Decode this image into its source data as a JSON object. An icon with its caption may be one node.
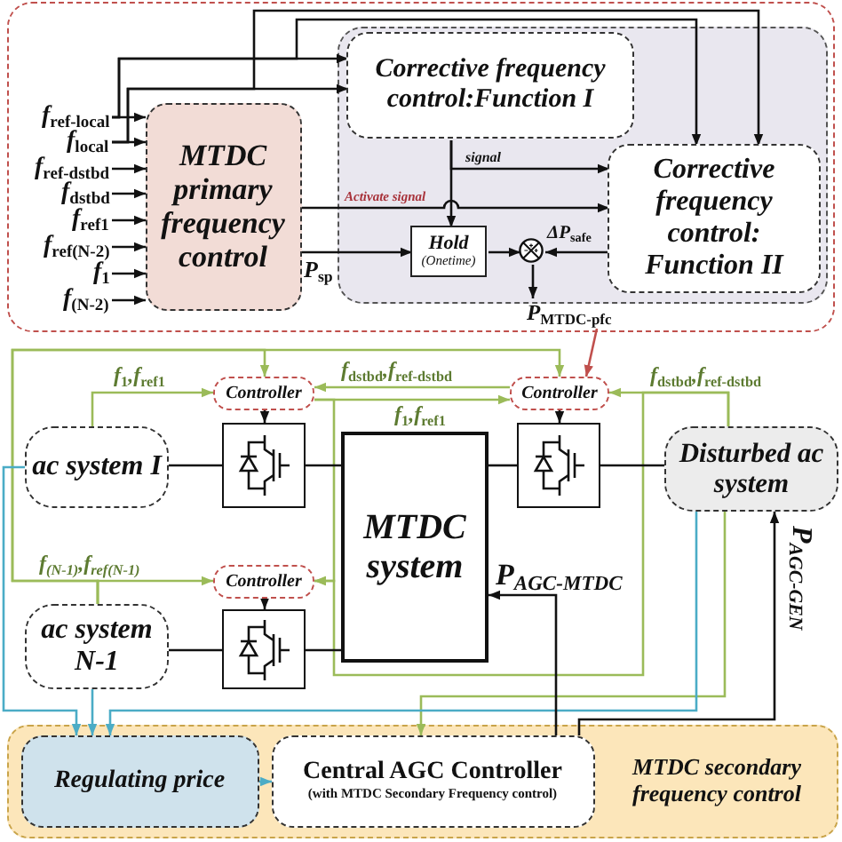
{
  "diagram": {
    "nodes": [
      {
        "text": [],
        "shape": "box"
      },
      {
        "text": [
          "f$_{ref-local}$"
        ],
        "in": 0
      },
      {
        "text": [
          "f$_{local}$"
        ],
        "in": 0
      },
      {
        "text": [
          "f$_{ref-dstbd}$"
        ],
        "in": 0
      },
      {
        "text": [
          "f$_{dstbd}$"
        ],
        "in": 0
      },
      {
        "text": [
          "f$_{ref1}$"
        ],
        "in": 0
      },
      {
        "text": [
          "f$_{ref(N-2)}$"
        ],
        "in": 0
      },
      {
        "text": [
          "f$_{1}$"
        ],
        "in": 0
      },
      {
        "text": [
          "f$_{(N-2)}$"
        ],
        "in": 0
      },
      {
        "text": [
          "MTDC primary frequency control"
        ],
        "in": 0
      },
      {
        "text": [],
        "shape": "box",
        "in": 0
      },
      {
        "text": [
          "Corrective frequency control:Function I"
        ],
        "in": 10
      },
      {
        "text": [
          "Corrective frequency control: Function II"
        ],
        "in": 10
      },
      {
        "text": [
          "Hold",
          "(Onetime)"
        ],
        "in": 10
      },
      {
        "text": [],
        "shape": "circle",
        "in": 10
      },
      {
        "text": [
          "P$_{MTDC-pfc}$"
        ],
        "in": 0
      },
      {
        "text": [
          "Controller"
        ]
      },
      {
        "text": [
          "Controller"
        ]
      },
      {
        "text": [
          "ac system I"
        ]
      },
      {
        "text": [],
        "shape": "box"
      },
      {
        "text": [
          "MTDC system"
        ]
      },
      {
        "text": [],
        "shape": "box"
      },
      {
        "text": [
          "Disturbed ac system"
        ]
      },
      {
        "text": [
          "Controller"
        ]
      },
      {
        "text": [
          "ac system N-1"
        ]
      },
      {
        "text": [],
        "shape": "box"
      },
      {
        "text": [
          "MTDC secondary frequency control"
        ]
      },
      {
        "text": [
          "Regulating price"
        ],
        "in": 26
      },
      {
        "text": [
          "Central AGC Controller",
          "(with MTDC Secondary Frequency control)"
        ],
        "in": 26
      }
    ],
    "edges": [
      {
        "from": 1,
        "to": 9,
        "arrow": "to"
      },
      {
        "from": 2,
        "to": 9,
        "arrow": "to"
      },
      {
        "from": 3,
        "to": 9,
        "arrow": "to"
      },
      {
        "from": 4,
        "to": 9,
        "arrow": "to"
      },
      {
        "from": 5,
        "to": 9,
        "arrow": "to"
      },
      {
        "from": 6,
        "to": 9,
        "arrow": "to"
      },
      {
        "from": 7,
        "to": 9,
        "arrow": "to"
      },
      {
        "from": 8,
        "to": 9,
        "arrow": "to"
      },
      {
        "from": 1,
        "to": 11,
        "arrow": "to"
      },
      {
        "from": 2,
        "to": 11,
        "arrow": "to"
      },
      {
        "from": 1,
        "to": 12,
        "arrow": "to"
      },
      {
        "from": 2,
        "to": 12,
        "arrow": "to"
      },
      {
        "from": 11,
        "to": 12,
        "arrow": "to",
        "label": "signal"
      },
      {
        "from": 11,
        "to": 13,
        "arrow": "to"
      },
      {
        "from": 9,
        "to": 12,
        "arrow": "to",
        "label": "Activate signal"
      },
      {
        "from": 9,
        "to": 13,
        "arrow": "to",
        "label": "P$_{sp}$"
      },
      {
        "from": 13,
        "to": 14,
        "arrow": "to"
      },
      {
        "from": 12,
        "to": 14,
        "arrow": "to",
        "label": "ΔP$_{safe}$"
      },
      {
        "from": 14,
        "to": 15,
        "arrow": "to"
      },
      {
        "from": 15,
        "to": 17,
        "arrow": "to",
        "color": "#c0504d"
      },
      {
        "from": 18,
        "to": 16,
        "arrow": "to",
        "label": "f$_{1}$,f$_{ref1}$",
        "color": "#9bbb59"
      },
      {
        "from": 17,
        "to": 16,
        "arrow": "to",
        "label": "f$_{dstbd}$,f$_{ref-dstbd}$",
        "color": "#9bbb59"
      },
      {
        "from": 16,
        "to": 17,
        "arrow": "to",
        "label": "f$_{1}$,f$_{ref1}$",
        "color": "#9bbb59"
      },
      {
        "from": 22,
        "to": 17,
        "arrow": "to",
        "label": "f$_{dstbd}$,f$_{ref-dstbd}$",
        "color": "#9bbb59"
      },
      {
        "from": 24,
        "to": 23,
        "arrow": "to",
        "label": "f$_{(N-1)}$,f$_{ref(N-1)}$",
        "color": "#9bbb59"
      },
      {
        "from": 24,
        "to": 16,
        "arrow": "to",
        "color": "#9bbb59"
      },
      {
        "from": 24,
        "to": 17,
        "arrow": "to",
        "color": "#9bbb59"
      },
      {
        "from": 16,
        "to": 23,
        "arrow": "to",
        "color": "#9bbb59"
      },
      {
        "from": 22,
        "to": 23,
        "arrow": "to",
        "color": "#9bbb59"
      },
      {
        "from": 22,
        "to": 28,
        "arrow": "to",
        "color": "#9bbb59"
      },
      {
        "from": 16,
        "to": 19,
        "arrow": "to"
      },
      {
        "from": 17,
        "to": 21,
        "arrow": "to"
      },
      {
        "from": 23,
        "to": 25,
        "arrow": "to"
      },
      {
        "from": 18,
        "to": 19,
        "arrow": "none"
      },
      {
        "from": 19,
        "to": 20,
        "arrow": "none"
      },
      {
        "from": 20,
        "to": 21,
        "arrow": "none"
      },
      {
        "from": 21,
        "to": 22,
        "arrow": "none"
      },
      {
        "from": 24,
        "to": 25,
        "arrow": "none"
      },
      {
        "from": 25,
        "to": 20,
        "arrow": "none"
      },
      {
        "from": 18,
        "to": 27,
        "arrow": "to",
        "color": "#4bacc6"
      },
      {
        "from": 24,
        "to": 27,
        "arrow": "to",
        "color": "#4bacc6"
      },
      {
        "from": 22,
        "to": 27,
        "arrow": "to",
        "color": "#4bacc6"
      },
      {
        "from": 27,
        "to": 28,
        "arrow": "to",
        "color": "#4bacc6"
      },
      {
        "from": 28,
        "to": 20,
        "arrow": "to",
        "label": "P$_{AGC-MTDC}$"
      },
      {
        "from": 28,
        "to": 22,
        "arrow": "to",
        "label": "P$_{AGC-GEN}$"
      }
    ]
  }
}
